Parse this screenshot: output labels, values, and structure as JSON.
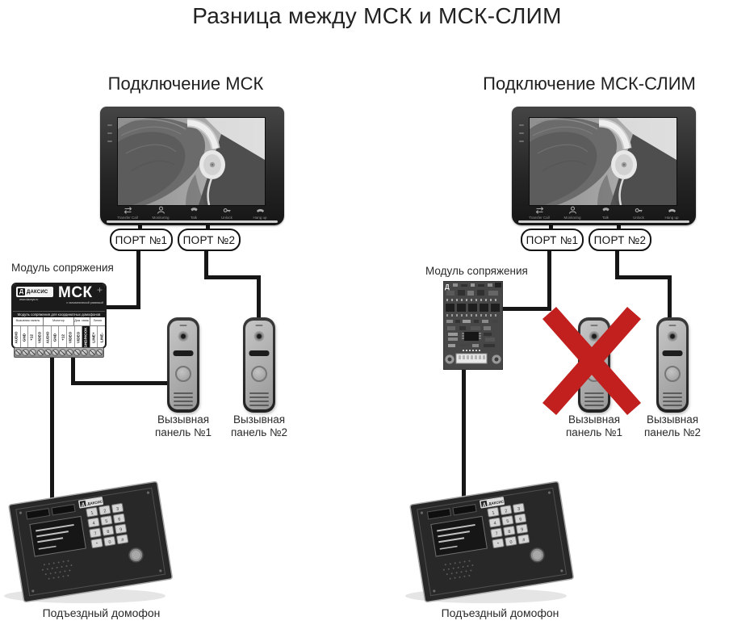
{
  "title": "Разница между МСК и МСК-СЛИМ",
  "columns": {
    "left": {
      "heading": "Подключение МСК",
      "port1": "ПОРТ №1",
      "port2": "ПОРТ №2",
      "module_caption": "Модуль сопряжения",
      "panel1_caption": "Вызывная панель №1",
      "panel2_caption": "Вызывная панель №2",
      "intercom_caption": "Подъездный домофон"
    },
    "right": {
      "heading": "Подключение МСК-СЛИМ",
      "port1": "ПОРТ №1",
      "port2": "ПОРТ №2",
      "module_caption": "Модуль сопряжения",
      "panel1_caption": "Вызывная панель №1",
      "panel2_caption": "Вызывная панель №2",
      "intercom_caption": "Подъездный домофон"
    }
  },
  "msk_module": {
    "logo_letter": "Д",
    "brand": "ДАКСИС",
    "brand_site": "www.dacsys.ru",
    "model": "МСК",
    "model_note": "с гальванической развязкой",
    "description": "Модуль сопряжения для координатных домофонов",
    "corner_mark": "+",
    "sections": [
      "Вызывная панель",
      "Монитор",
      "Дом. связь",
      "Линия"
    ],
    "terminals": [
      "AUDIO",
      "GND",
      "+12",
      "VIDEO",
      "AUDIO",
      "GND",
      "+12",
      "VIDEO",
      "VIDEO",
      "GND/HOOK",
      "LINE+",
      "LINE-"
    ]
  },
  "slim_module": {
    "logo_letter": "Д"
  },
  "monitor_buttons": [
    {
      "label": "Transfer Call"
    },
    {
      "label": "Monitoring"
    },
    {
      "label": "Talk"
    },
    {
      "label": "Unlock"
    },
    {
      "label": "Hang up"
    }
  ],
  "intercom": {
    "logo_letter": "Д",
    "logo_text": "ДАКСИС"
  },
  "keypad": [
    "1",
    "2",
    "3",
    "4",
    "5",
    "6",
    "7",
    "8",
    "9",
    "*",
    "0",
    "#"
  ],
  "colors": {
    "cross_red": "#c1201e",
    "wire_black": "#161616"
  }
}
